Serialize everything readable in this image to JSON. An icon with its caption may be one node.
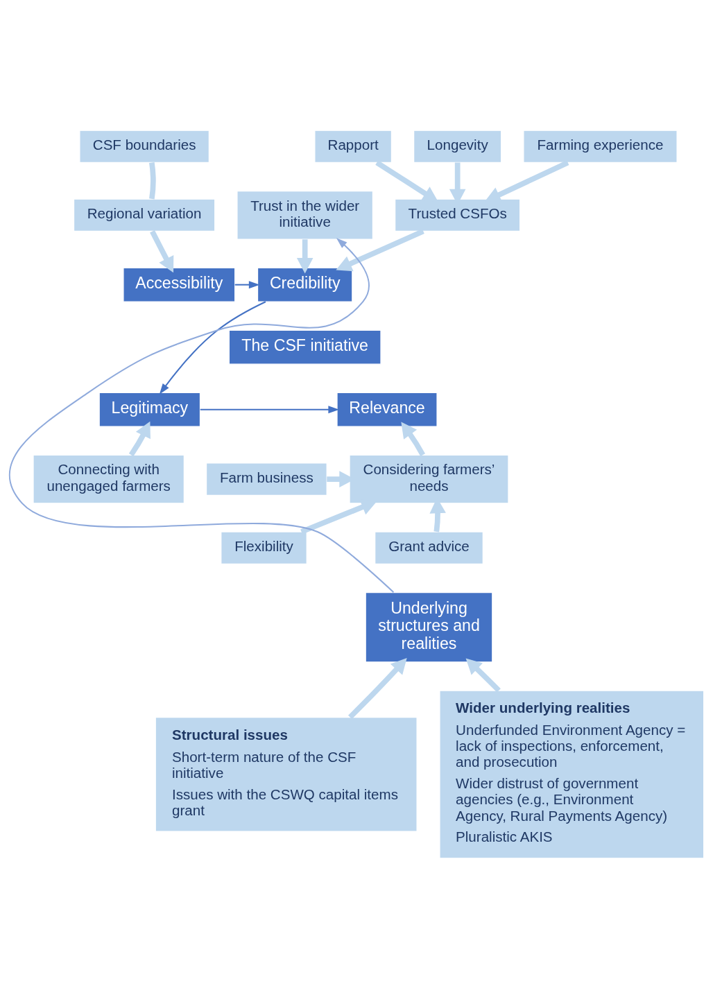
{
  "diagram": {
    "nodes": [
      {
        "text": [
          "CSF boundaries"
        ]
      },
      {
        "text": [
          "Rapport"
        ]
      },
      {
        "text": [
          "Longevity"
        ]
      },
      {
        "text": [
          "Farming experience"
        ]
      },
      {
        "text": [
          "Regional variation"
        ]
      },
      {
        "text": [
          "Trusted CSFOs"
        ]
      },
      {
        "text": [
          "Trust in the wider initiative"
        ]
      },
      {
        "text": [
          "The CSF initiative"
        ]
      },
      {
        "text": [
          "Accessibility"
        ]
      },
      {
        "text": [
          "Credibility"
        ]
      },
      {
        "text": [
          "Relevance"
        ]
      },
      {
        "text": [
          "Legitimacy"
        ]
      },
      {
        "text": [
          "Considering farmers’ needs"
        ]
      },
      {
        "text": [
          "Farm business"
        ]
      },
      {
        "text": [
          "Connecting with unengaged farmers"
        ]
      },
      {
        "text": [
          "Grant advice"
        ]
      },
      {
        "text": [
          "Flexibility"
        ]
      },
      {
        "text": [
          "Underlying structures and realities"
        ]
      },
      {
        "text": [
          "Structural issues",
          "Short-term nature of the CSF initiative",
          "Issues with the CSWQ capital items grant"
        ]
      },
      {
        "text": [
          "Wider underlying realities",
          "Underfunded Environment Agency = lack of inspections, enforcement, and prosecution",
          "Wider distrust of government agencies (e.g., Environment Agency, Rural Payments Agency)",
          "Pluralistic AKIS"
        ]
      }
    ],
    "edges": [
      {
        "from": 0,
        "to": 4,
        "arrow": "none"
      },
      {
        "from": 4,
        "to": 8,
        "arrow": "to"
      },
      {
        "from": 1,
        "to": 5,
        "arrow": "to"
      },
      {
        "from": 2,
        "to": 5,
        "arrow": "to"
      },
      {
        "from": 3,
        "to": 5,
        "arrow": "to"
      },
      {
        "from": 5,
        "to": 9,
        "arrow": "to"
      },
      {
        "from": 6,
        "to": 9,
        "arrow": "to"
      },
      {
        "from": 8,
        "to": 9,
        "arrow": "to",
        "color": "#4472c4"
      },
      {
        "from": 9,
        "to": 11,
        "arrow": "to",
        "color": "#4472c4"
      },
      {
        "from": 11,
        "to": 10,
        "arrow": "to",
        "color": "#4472c4"
      },
      {
        "from": 12,
        "to": 10,
        "arrow": "to"
      },
      {
        "from": 13,
        "to": 12,
        "arrow": "to"
      },
      {
        "from": 14,
        "to": 11,
        "arrow": "to"
      },
      {
        "from": 15,
        "to": 12,
        "arrow": "to"
      },
      {
        "from": 16,
        "to": 12,
        "arrow": "to"
      },
      {
        "from": 17,
        "to": 6,
        "arrow": "to",
        "color": "#8faadc"
      },
      {
        "from": 18,
        "to": 17,
        "arrow": "to"
      },
      {
        "from": 19,
        "to": 17,
        "arrow": "to"
      }
    ]
  }
}
